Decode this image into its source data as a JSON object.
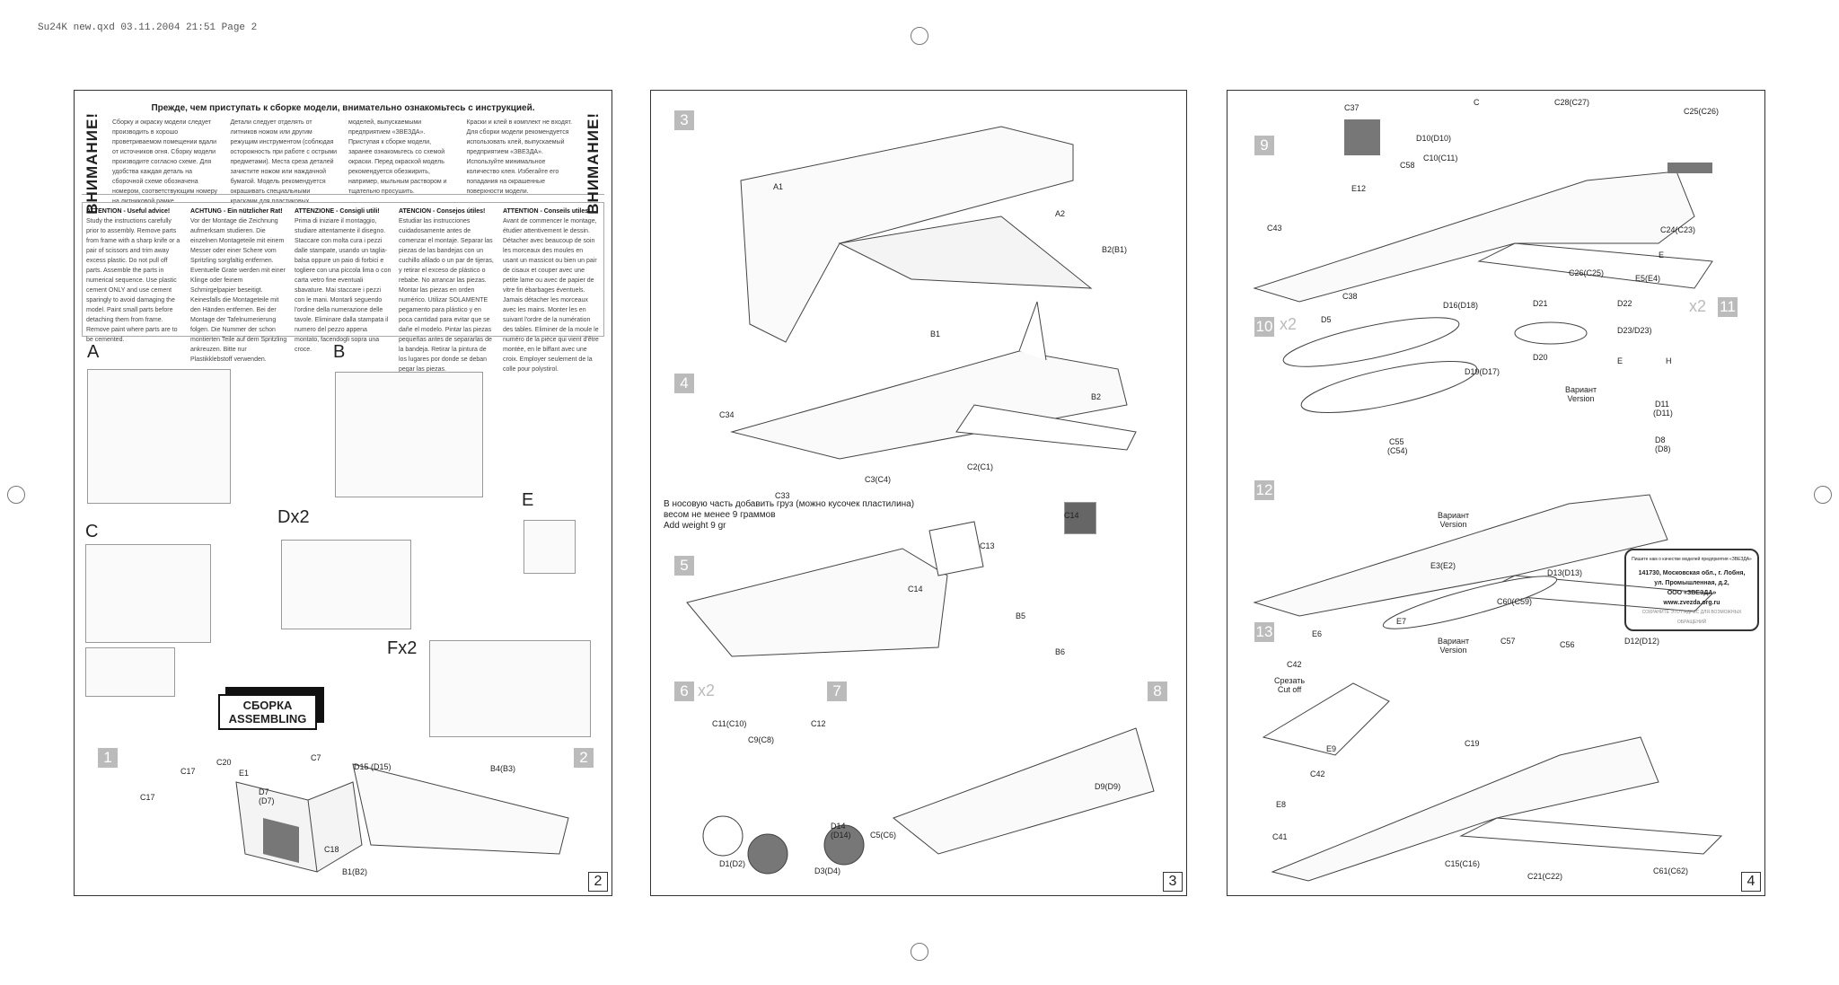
{
  "file_header": "Su24K new.qxd  03.11.2004  21:51  Page 2",
  "page2": {
    "warning_title": "Прежде, чем приступать к сборке модели, внимательно ознакомьтесь с инструкцией.",
    "warning_side": "ВНИМАНИЕ!",
    "ru_cols": [
      "Сборку и окраску модели следует производить в хорошо проветриваемом помещении вдали от источников огня. Сборку модели производите согласно схеме. Для удобства каждая деталь на сборочной схеме обозначена номером, соответствующим номеру на литниковой рамке.",
      "Детали следует отделять от литников ножом или другим режущим инструментом (соблюдая осторожность при работе с острыми предметами). Места среза деталей зачистите ножом или наждачной бумагой. Модель рекомендуется окрашивать специальными красками для пластиковых",
      "моделей, выпускаемыми предприятием «ЗВЕЗДА». Приступая к сборке модели, заранее ознакомьтесь со схемой окраски. Перед окраской модель рекомендуется обезжирить, например, мыльным раствором и тщательно просушить.",
      "Краски и клей в комплект не входят. Для сборки модели рекомендуется использовать клей, выпускаемый предприятием «ЗВЕЗДА». Используйте минимальное количество клея. Избегайте его попадания на окрашенные поверхности модели."
    ],
    "advice": [
      {
        "title": "ATTENTION - Useful advice!",
        "text": "Study the instructions carefully prior to assembly. Remove parts from frame with a sharp knife or a pair of scissors and trim away excess plastic. Do not pull off parts. Assemble the parts in numerical sequence. Use plastic cement ONLY and use cement sparingly to avoid damaging the model. Paint small parts before detaching them from frame. Remove paint where parts are to be cemented."
      },
      {
        "title": "ACHTUNG - Ein nützlicher Rat!",
        "text": "Vor der Montage die Zeichnung aufmerksam studieren. Die einzelnen Montageteile mit einem Messer oder einer Schere vom Spritzling sorgfaltig entfernen. Eventuelle Grate werden mit einer Klinge oder feinem Schmirgelpapier beseitigt. Keinesfalls die Montageteile mit den Händen entfernen. Bei der Montage der Tafelnumerierung folgen. Die Nummer der schon montierten Teile auf dem Spritzling ankreuzen. Bitte nur Plastikklebstoff verwenden."
      },
      {
        "title": "ATTENZIONE - Consigli utili!",
        "text": "Prima di iniziare il montaggio, studiare attentamente il disegno. Staccare con molta cura i pezzi dalle stampate, usando un taglia-balsa oppure un paio di forbici e togliere con una piccola lima o con carta vetro fine eventuali sbavature. Mai staccare i pezzi con le mani. Montarli seguendo l'ordine della numerazione delle tavole. Eliminare dalla stampata il numero del pezzo appena montato, facendogli sopra una croce."
      },
      {
        "title": "ATENCION - Consejos útiles!",
        "text": "Estudiar las instrucciones cuidadosamente antes de comenzar el montaje. Separar las piezas de las bandejas con un cuchillo afilado o un par de tijeras, y retirar el exceso de plástico o rebabe. No arrancar las piezas. Montar las piezas en orden numérico. Utilizar SOLAMENTE pegamento para plástico y en poca cantidad para evitar que se dañe el modelo. Pintar las piezas pequeñas antes de separarlas de la bandeja. Retirar la pintura de los lugares por donde se deban pegar las piezas."
      },
      {
        "title": "ATTENTION - Conseils utiles!",
        "text": "Avant de commencer le montage, étudier attentivement le dessin. Détacher avec beaucoup de soin les morceaux des moules en usant un massicot ou bien un pair de cisaux et couper avec une petite lame ou avec de papier de vitre fin ébarbages éventuels. Jamais détacher les morceaux avec les mains. Monter les en suivant l'ordre de la numération des tables. Eliminer de la moule le numéro de la pièce qui vient d'être montée, en le biffant avec une croix. Employer seulement de la colle pour polystirol."
      }
    ],
    "sprues": [
      "A",
      "B",
      "C",
      "Dx2",
      "E",
      "Fx2"
    ],
    "assembling": [
      "СБОРКА",
      "ASSEMBLING"
    ],
    "steps": [
      "1",
      "2"
    ],
    "labels": [
      "C20",
      "C7",
      "C17",
      "E1",
      "D15 (D15)",
      "D7",
      "(D7)",
      "C17",
      "C18",
      "B4(B3)",
      "B1(B2)"
    ],
    "page_number": "2"
  },
  "page3": {
    "steps": [
      "3",
      "4",
      "5",
      "6",
      "x2",
      "7",
      "8"
    ],
    "labels": [
      "A1",
      "A2",
      "B2(B1)",
      "B1",
      "B2",
      "C34",
      "C33",
      "C3(C4)",
      "C2(C1)",
      "C14",
      "C13",
      "C14",
      "B5",
      "B6",
      "C11(C10)",
      "C9(C8)",
      "C12",
      "D1(D2)",
      "D14",
      "(D14)",
      "C5(C6)",
      "D3(D4)",
      "D9(D9)"
    ],
    "weight_note": [
      "В носовую часть добавить груз (можно кусочек пластилина)",
      "весом не менее 9 граммов",
      "Add weight 9 gr"
    ],
    "page_number": "3"
  },
  "page4": {
    "steps": [
      "9",
      "10",
      "x2",
      "x2",
      "11",
      "12",
      "13"
    ],
    "labels": [
      "C37",
      "C",
      "D10(D10)",
      "C28(C27)",
      "C25(C26)",
      "C58",
      "C10(C11)",
      "E12",
      "C43",
      "C24(C23)",
      "E",
      "C26(C25)",
      "E5(E4)",
      "C38",
      "D5",
      "D16(D18)",
      "D21",
      "D22",
      "D23/D23)",
      "D20",
      "D19(D17)",
      "E",
      "H",
      "D11",
      "(D11)",
      "D8",
      "(D8)",
      "C55",
      "(C54)",
      "E3(E2)",
      "D13(D13)",
      "C60(C59)",
      "E7",
      "E6",
      "C42",
      "C57",
      "C56",
      "D12(D12)",
      "E9",
      "C19",
      "C42",
      "E8",
      "C41",
      "C15(C16)",
      "C21(C22)",
      "C61(C62)"
    ],
    "version": [
      "Вариант",
      "Version"
    ],
    "cut_off": [
      "Срезать",
      "Cut off"
    ],
    "info_box": {
      "small": "Пишите нам о качестве моделей предприятия «ЗВЕЗДА»",
      "address": [
        "141730, Московская обл., г. Лобня,",
        "ул. Промышленная, д.2,",
        "ООО «ЗВЕЗДА»"
      ],
      "url": "www.zvezda.org.ru",
      "footer": "СОХРАНИТЕ ЭТОТ АДРЕС ДЛЯ ВОЗМОЖНЫХ ОБРАЩЕНИЙ"
    },
    "page_number": "4"
  }
}
